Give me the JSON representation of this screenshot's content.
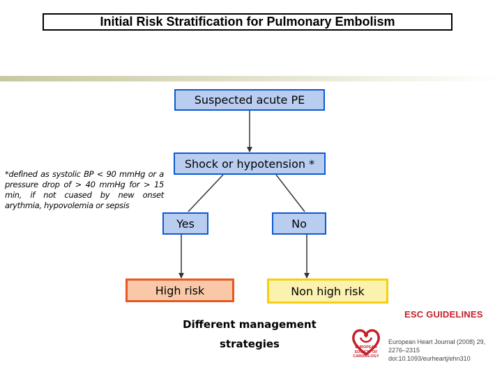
{
  "title": "Initial Risk Stratification for Pulmonary Embolism",
  "nodes": {
    "suspected": "Suspected acute PE",
    "shock": "Shock or hypotension *",
    "yes": "Yes",
    "no": "No",
    "high_risk": "High risk",
    "non_high_risk": "Non high risk"
  },
  "footnote": "*defined as systolic BP < 90 mmHg or a pressure drop of > 40 mmHg for > 15 min, if not cuased by new onset arythmia, hypovolemia or sepsis",
  "management": {
    "line1": "Different management",
    "line2": "strategies"
  },
  "esc": {
    "heading": "ESC GUIDELINES",
    "logo_text": "EUROPEAN SOCIETY OF CARDIOLOGY",
    "ref_line1": "European Heart Journal (2008) 29, 2276–2315",
    "ref_line2": "doi:10.1093/eurheartj/ehn310"
  },
  "colors": {
    "blue_fill": "#b9cdf0",
    "blue_border": "#0b5ad2",
    "high_fill": "#f9c8a8",
    "high_border": "#e8571e",
    "nonhigh_fill": "#fbf2b0",
    "nonhigh_border": "#f5cf10",
    "esc_red": "#c41f2a"
  }
}
